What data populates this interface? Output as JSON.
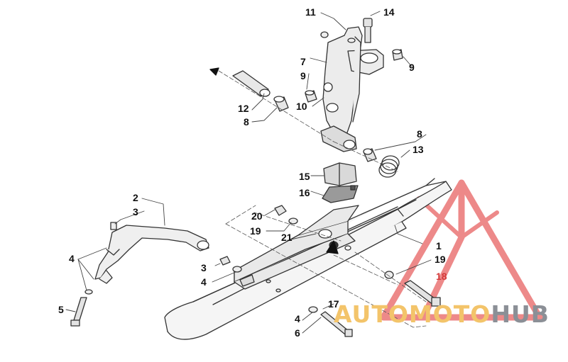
{
  "diagram": {
    "callouts": [
      {
        "id": "c11",
        "text": "11"
      },
      {
        "id": "c14",
        "text": "14"
      },
      {
        "id": "c7",
        "text": "7"
      },
      {
        "id": "c9a",
        "text": "9"
      },
      {
        "id": "c9b",
        "text": "9"
      },
      {
        "id": "c10",
        "text": "10"
      },
      {
        "id": "c12",
        "text": "12"
      },
      {
        "id": "c8a",
        "text": "8"
      },
      {
        "id": "c8b",
        "text": "8"
      },
      {
        "id": "c13",
        "text": "13"
      },
      {
        "id": "c15",
        "text": "15"
      },
      {
        "id": "c16",
        "text": "16"
      },
      {
        "id": "c2",
        "text": "2"
      },
      {
        "id": "c3a",
        "text": "3"
      },
      {
        "id": "c20",
        "text": "20"
      },
      {
        "id": "c19a",
        "text": "19"
      },
      {
        "id": "c21",
        "text": "21"
      },
      {
        "id": "c1",
        "text": "1"
      },
      {
        "id": "c19b",
        "text": "19"
      },
      {
        "id": "c18",
        "text": "18"
      },
      {
        "id": "c4a",
        "text": "4"
      },
      {
        "id": "c3b",
        "text": "3"
      },
      {
        "id": "c4b",
        "text": "4"
      },
      {
        "id": "c5",
        "text": "5"
      },
      {
        "id": "c17",
        "text": "17"
      },
      {
        "id": "c4c",
        "text": "4"
      },
      {
        "id": "c6",
        "text": "6"
      }
    ]
  },
  "watermark": {
    "part1": "AUTOMOTO",
    "part2": "HUB",
    "color_primary": "#f3c46a",
    "color_secondary": "#8b8f96",
    "logo_color": "#e23b3b"
  }
}
